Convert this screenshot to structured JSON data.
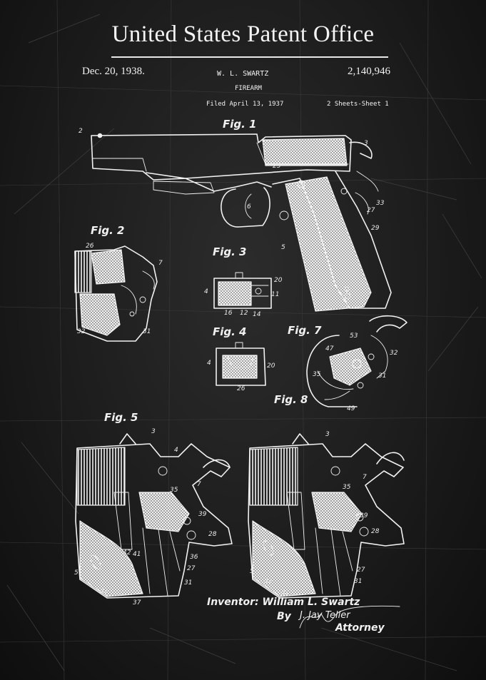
{
  "header": {
    "title": "United States Patent Office",
    "date": "Dec. 20, 1938.",
    "inventor_short": "W. L. SWARTZ",
    "patent_number": "2,140,946",
    "subject": "FIREARM",
    "filed": "Filed April 13, 1937",
    "sheets": "2 Sheets-Sheet 1"
  },
  "figures": {
    "fig1": "Fig. 1",
    "fig2": "Fig. 2",
    "fig3": "Fig. 3",
    "fig4": "Fig. 4",
    "fig5": "Fig. 5",
    "fig7": "Fig. 7",
    "fig8": "Fig. 8"
  },
  "reference_numbers": {
    "r2": "2",
    "r3": "3",
    "r4": "4",
    "r5": "5",
    "r6": "6",
    "r7": "7",
    "r11": "11",
    "r12": "12",
    "r14": "14",
    "r16": "16",
    "r20": "20",
    "r25": "25",
    "r26": "26",
    "r27": "27",
    "r28": "28",
    "r29": "29",
    "r31": "31",
    "r32": "32",
    "r33": "33",
    "r35": "35",
    "r36": "36",
    "r37": "37",
    "r39": "39",
    "r41": "41",
    "r42": "42",
    "r47": "47",
    "r49": "49",
    "r53": "53"
  },
  "signature": {
    "inventor": "Inventor: William L. Swartz",
    "by": "By",
    "signed": "J. Jay Teller",
    "attorney": "Attorney"
  }
}
